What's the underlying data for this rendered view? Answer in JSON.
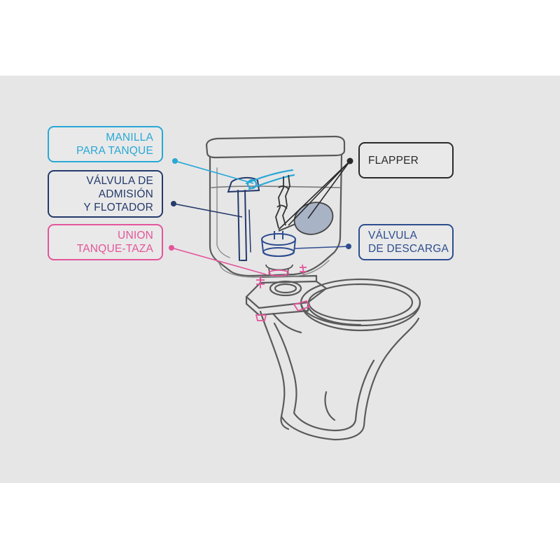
{
  "labels": {
    "manilla": {
      "lines": [
        "MANILLA",
        "PARA TANQUE"
      ]
    },
    "valvula_admision": {
      "lines": [
        "VÁLVULA DE",
        "ADMISIÓN",
        "Y FLOTADOR"
      ]
    },
    "union": {
      "lines": [
        "UNION",
        "TANQUE-TAZA"
      ]
    },
    "flapper": {
      "lines": [
        "FLAPPER"
      ]
    },
    "valvula_descarga": {
      "lines": [
        "VÁLVULA",
        "DE DESCARGA"
      ]
    }
  },
  "colors": {
    "background": "#e6e6e6",
    "manilla": "#29a8d6",
    "valvula_admision": "#243a6b",
    "union": "#e3559b",
    "flapper": "#2a2a2a",
    "valvula_descarga": "#2e4d8f",
    "outline": "#5a5a5a",
    "float": "#a9b3c6"
  }
}
